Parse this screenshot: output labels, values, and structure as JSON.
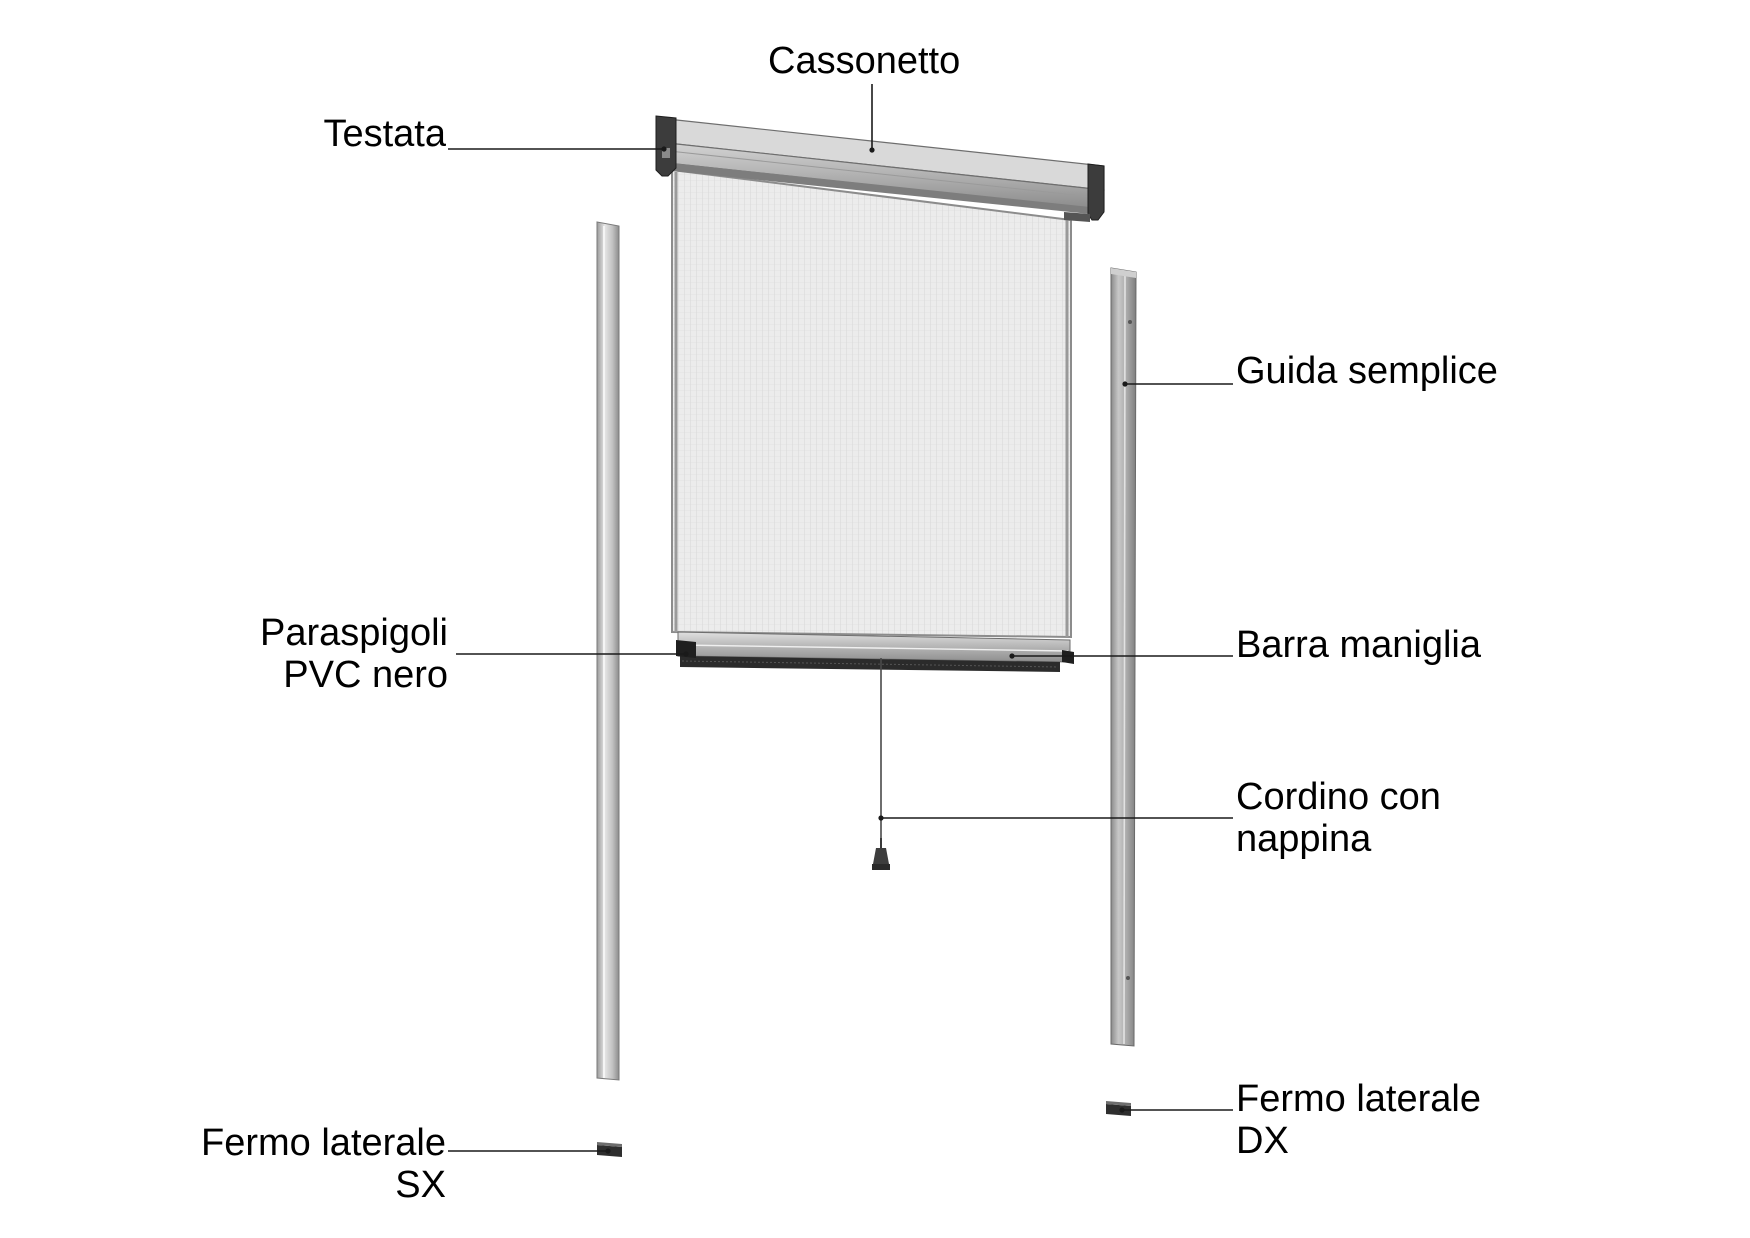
{
  "labels": {
    "cassonetto": "Cassonetto",
    "testata": "Testata",
    "guida_semplice": "Guida semplice",
    "paraspigoli": [
      "Paraspigoli",
      "PVC nero"
    ],
    "barra_maniglia": "Barra maniglia",
    "cordino": [
      "Cordino con",
      "nappina"
    ],
    "fermo_dx": [
      "Fermo laterale",
      "DX"
    ],
    "fermo_sx": [
      "Fermo laterale",
      "SX"
    ]
  },
  "colors": {
    "background": "#ffffff",
    "text": "#000000",
    "aluminium": "#b8b8b8",
    "mesh": "#e9e9e9",
    "brush": "#2b2b2b"
  }
}
